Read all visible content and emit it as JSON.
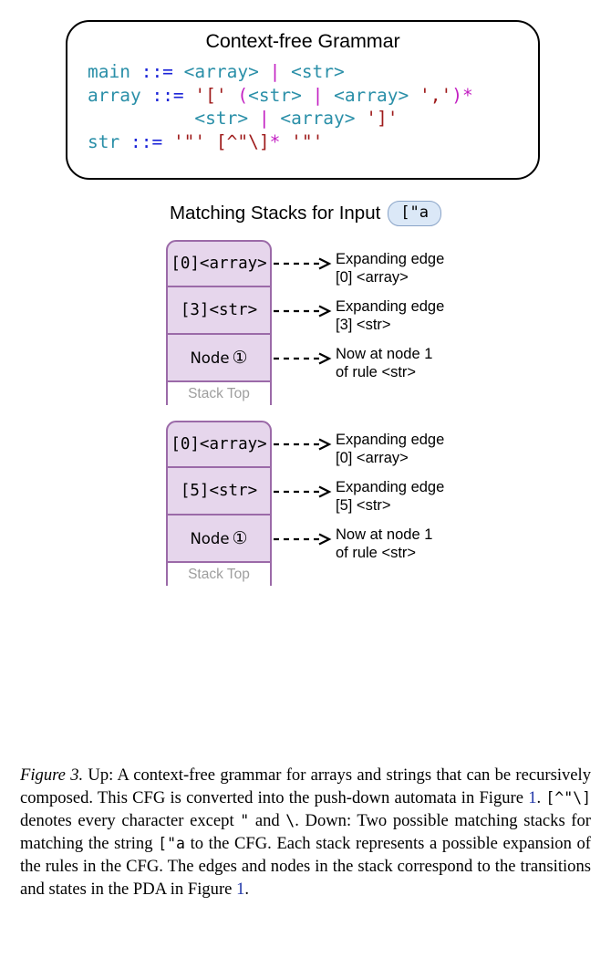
{
  "grammar": {
    "title": "Context-free Grammar",
    "lines": [
      [
        {
          "t": "main ",
          "c": "nt"
        },
        {
          "t": "::= ",
          "c": "op"
        },
        {
          "t": "<array> ",
          "c": "nt"
        },
        {
          "t": "| ",
          "c": "alt"
        },
        {
          "t": "<str>",
          "c": "nt"
        }
      ],
      [
        {
          "t": "array ",
          "c": "nt"
        },
        {
          "t": "::= ",
          "c": "op"
        },
        {
          "t": "'[' ",
          "c": "lit"
        },
        {
          "t": "(",
          "c": "alt"
        },
        {
          "t": "<str> ",
          "c": "nt"
        },
        {
          "t": "| ",
          "c": "alt"
        },
        {
          "t": "<array> ",
          "c": "nt"
        },
        {
          "t": "','",
          "c": "lit"
        },
        {
          "t": ")*",
          "c": "alt"
        }
      ],
      [
        {
          "t": "          ",
          "c": "nt"
        },
        {
          "t": "<str> ",
          "c": "nt"
        },
        {
          "t": "| ",
          "c": "alt"
        },
        {
          "t": "<array> ",
          "c": "nt"
        },
        {
          "t": "']'",
          "c": "lit"
        }
      ],
      [
        {
          "t": "str ",
          "c": "nt"
        },
        {
          "t": "::= ",
          "c": "op"
        },
        {
          "t": "'\"' ",
          "c": "lit"
        },
        {
          "t": "[^\"\\]",
          "c": "lit"
        },
        {
          "t": "* ",
          "c": "alt"
        },
        {
          "t": "'\"'",
          "c": "lit"
        }
      ]
    ],
    "colors": {
      "nonterminal": "#2a8fa8",
      "assign": "#1a23d8",
      "alternation": "#c21fc2",
      "literal": "#9e1a1a",
      "border": "#000000"
    }
  },
  "stacks_section": {
    "header_label": "Matching Stacks for Input",
    "input_value": "[\"a",
    "stack_top_label": "Stack Top",
    "colors": {
      "cell_fill": "#e6d6ec",
      "cell_border": "#9b6aa8",
      "badge_fill": "#dbe8f7",
      "badge_border": "#8aa4c8",
      "stack_top_text": "#9e9e9e"
    },
    "stacks": [
      {
        "cells": [
          {
            "text": "[0]<array>",
            "kind": "edge"
          },
          {
            "text": "[3]<str>",
            "kind": "edge"
          },
          {
            "label": "Node",
            "number": "①",
            "kind": "node"
          }
        ],
        "annotations": [
          {
            "line1": "Expanding edge",
            "line2": "[0] <array>"
          },
          {
            "line1": "Expanding edge",
            "line2": "[3] <str>"
          },
          {
            "line1": "Now at node 1",
            "line2": "of rule <str>"
          }
        ]
      },
      {
        "cells": [
          {
            "text": "[0]<array>",
            "kind": "edge"
          },
          {
            "text": "[5]<str>",
            "kind": "edge"
          },
          {
            "label": "Node",
            "number": "①",
            "kind": "node"
          }
        ],
        "annotations": [
          {
            "line1": "Expanding edge",
            "line2": "[0] <array>"
          },
          {
            "line1": "Expanding edge",
            "line2": "[5] <str>"
          },
          {
            "line1": "Now at node 1",
            "line2": "of rule <str>"
          }
        ]
      }
    ]
  },
  "caption": {
    "figure_label": "Figure 3.",
    "part1": " Up: A context-free grammar for arrays and strings that can be recursively composed. This CFG is converted into the push-down automata in Figure ",
    "link1": "1",
    "part2": ". ",
    "code1": "[^\"\\]",
    "part3": " denotes every character except ",
    "code2": "\"",
    "part4": " and ",
    "code3": "\\",
    "part5": ". Down: Two possible matching stacks for matching the string ",
    "code4": "[\"a",
    "part6": " to the CFG. Each stack represents a possible expansion of the rules in the CFG. The edges and nodes in the stack correspond to the transitions and states in the PDA in Figure ",
    "link2": "1",
    "part7": "."
  }
}
